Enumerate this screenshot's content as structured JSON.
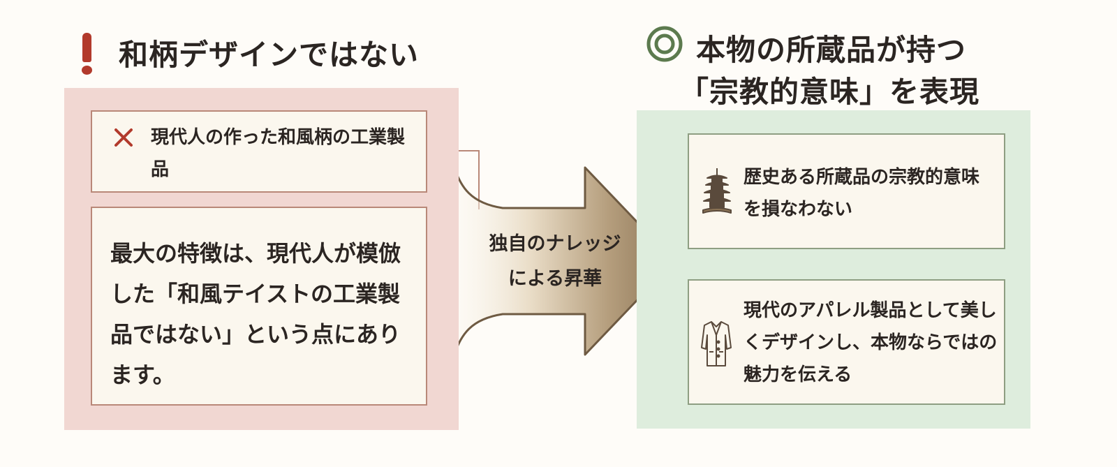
{
  "left": {
    "heading": "和柄デザインではない",
    "box1_text": "現代人の作った和風柄の工業製品",
    "box2_text": "最大の特徴は、現代人が模倣した「和風テイストの工業製品ではない」という点にあります。"
  },
  "arrow": {
    "label_line1": "独自のナレッジ",
    "label_line2": "による昇華"
  },
  "right": {
    "heading_line1": "本物の所蔵品が持つ",
    "heading_line2": "「宗教的意味」を表現",
    "box1_text": "歴史ある所蔵品の宗教的意味を損なわない",
    "box2_text": "現代のアパレル製品として美しくデザインし、本物ならではの魅力を伝える"
  },
  "icons": {
    "left_heading": "exclamation-icon",
    "right_heading": "double-circle-icon",
    "left_box1": "cross-icon",
    "right_box1": "pagoda-icon",
    "right_box2": "coat-icon"
  },
  "colors": {
    "accent_red": "#b23a2c",
    "accent_green": "#5c7a4e",
    "left_panel": "#f1d7d2",
    "right_panel": "#deeddd",
    "arrow_dark": "#8a7355",
    "arrow_light": "#f3ece0"
  }
}
